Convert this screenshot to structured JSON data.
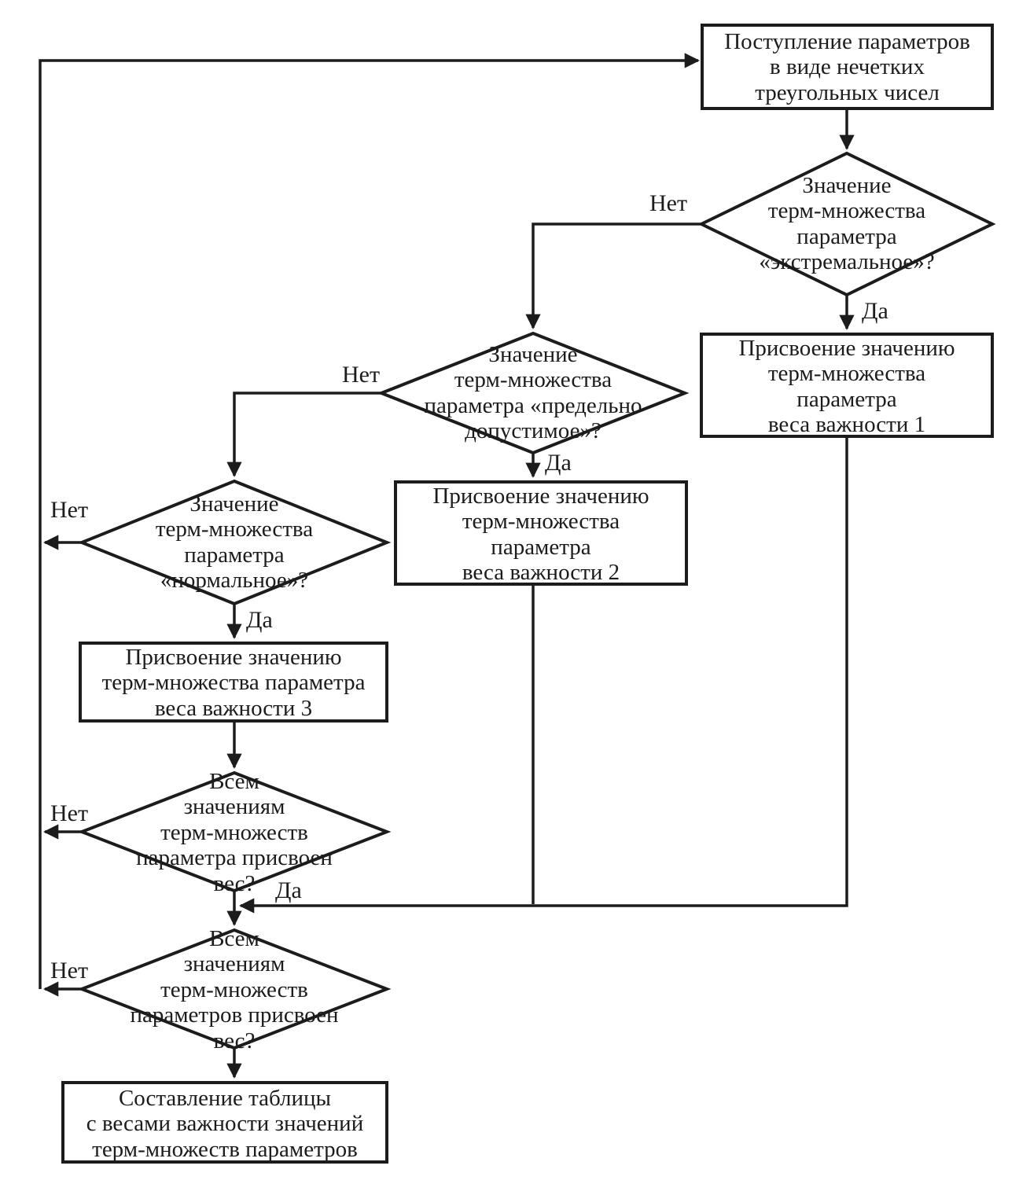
{
  "diagram": {
    "type": "flowchart",
    "language": "ru",
    "colors": {
      "ink": "#1c1c1c",
      "background": "#ffffff"
    },
    "labels": {
      "yes": "Да",
      "no": "Нет"
    },
    "nodes": {
      "start": {
        "shape": "rect",
        "lines": [
          "Поступление параметров",
          "в виде нечетких",
          "треугольных чисел"
        ]
      },
      "decision_extreme": {
        "shape": "diamond",
        "lines": [
          "Значение",
          "терм-множества",
          "параметра",
          "«экстремальное»?"
        ]
      },
      "assign_weight_1": {
        "shape": "rect",
        "lines": [
          "Присвоение значению",
          "терм-множества",
          "параметра",
          "веса важности 1"
        ]
      },
      "decision_limit": {
        "shape": "diamond",
        "lines": [
          "Значение",
          "терм-множества",
          "параметра «предельно",
          "допустимое»?"
        ]
      },
      "assign_weight_2": {
        "shape": "rect",
        "lines": [
          "Присвоение значению",
          "терм-множества",
          "параметра",
          "веса важности 2"
        ]
      },
      "decision_normal": {
        "shape": "diamond",
        "lines": [
          "Значение",
          "терм-множества",
          "параметра",
          "«нормальное»?"
        ]
      },
      "assign_weight_3": {
        "shape": "rect",
        "lines": [
          "Присвоение значению",
          "терм-множества параметра",
          "веса важности 3"
        ]
      },
      "decision_all_parameter": {
        "shape": "diamond",
        "lines": [
          "Всем",
          "значениям",
          "терм-множеств",
          "параметра присвоен",
          "вес?"
        ]
      },
      "decision_all_parameters": {
        "shape": "diamond",
        "lines": [
          "Всем",
          "значениям",
          "терм-множеств",
          "параметров присвоен",
          "вес?"
        ]
      },
      "final_table": {
        "shape": "rect",
        "lines": [
          "Составление таблицы",
          "с весами важности значений",
          "терм-множеств параметров"
        ]
      }
    },
    "edges": [
      {
        "from": "decision_normal",
        "to": "start",
        "label": "Нет",
        "via": "left-return-line"
      },
      {
        "from": "decision_all_parameter",
        "to": "start",
        "label": "Нет",
        "via": "left-return-line"
      },
      {
        "from": "decision_all_parameters",
        "to": "start",
        "label": "Нет",
        "via": "left-return-line"
      },
      {
        "from": "start",
        "to": "decision_extreme",
        "label": ""
      },
      {
        "from": "decision_extreme",
        "to": "assign_weight_1",
        "label": "Да"
      },
      {
        "from": "decision_extreme",
        "to": "decision_limit",
        "label": "Нет"
      },
      {
        "from": "decision_limit",
        "to": "assign_weight_2",
        "label": "Да"
      },
      {
        "from": "decision_limit",
        "to": "decision_normal",
        "label": "Нет"
      },
      {
        "from": "decision_normal",
        "to": "assign_weight_3",
        "label": "Да"
      },
      {
        "from": "assign_weight_3",
        "to": "decision_all_parameter",
        "label": ""
      },
      {
        "from": "assign_weight_1",
        "to": "decision_all_parameters",
        "label": ""
      },
      {
        "from": "assign_weight_2",
        "to": "decision_all_parameters",
        "label": ""
      },
      {
        "from": "decision_all_parameter",
        "to": "decision_all_parameters",
        "label": "Да"
      },
      {
        "from": "decision_all_parameters",
        "to": "final_table",
        "label": ""
      }
    ]
  }
}
